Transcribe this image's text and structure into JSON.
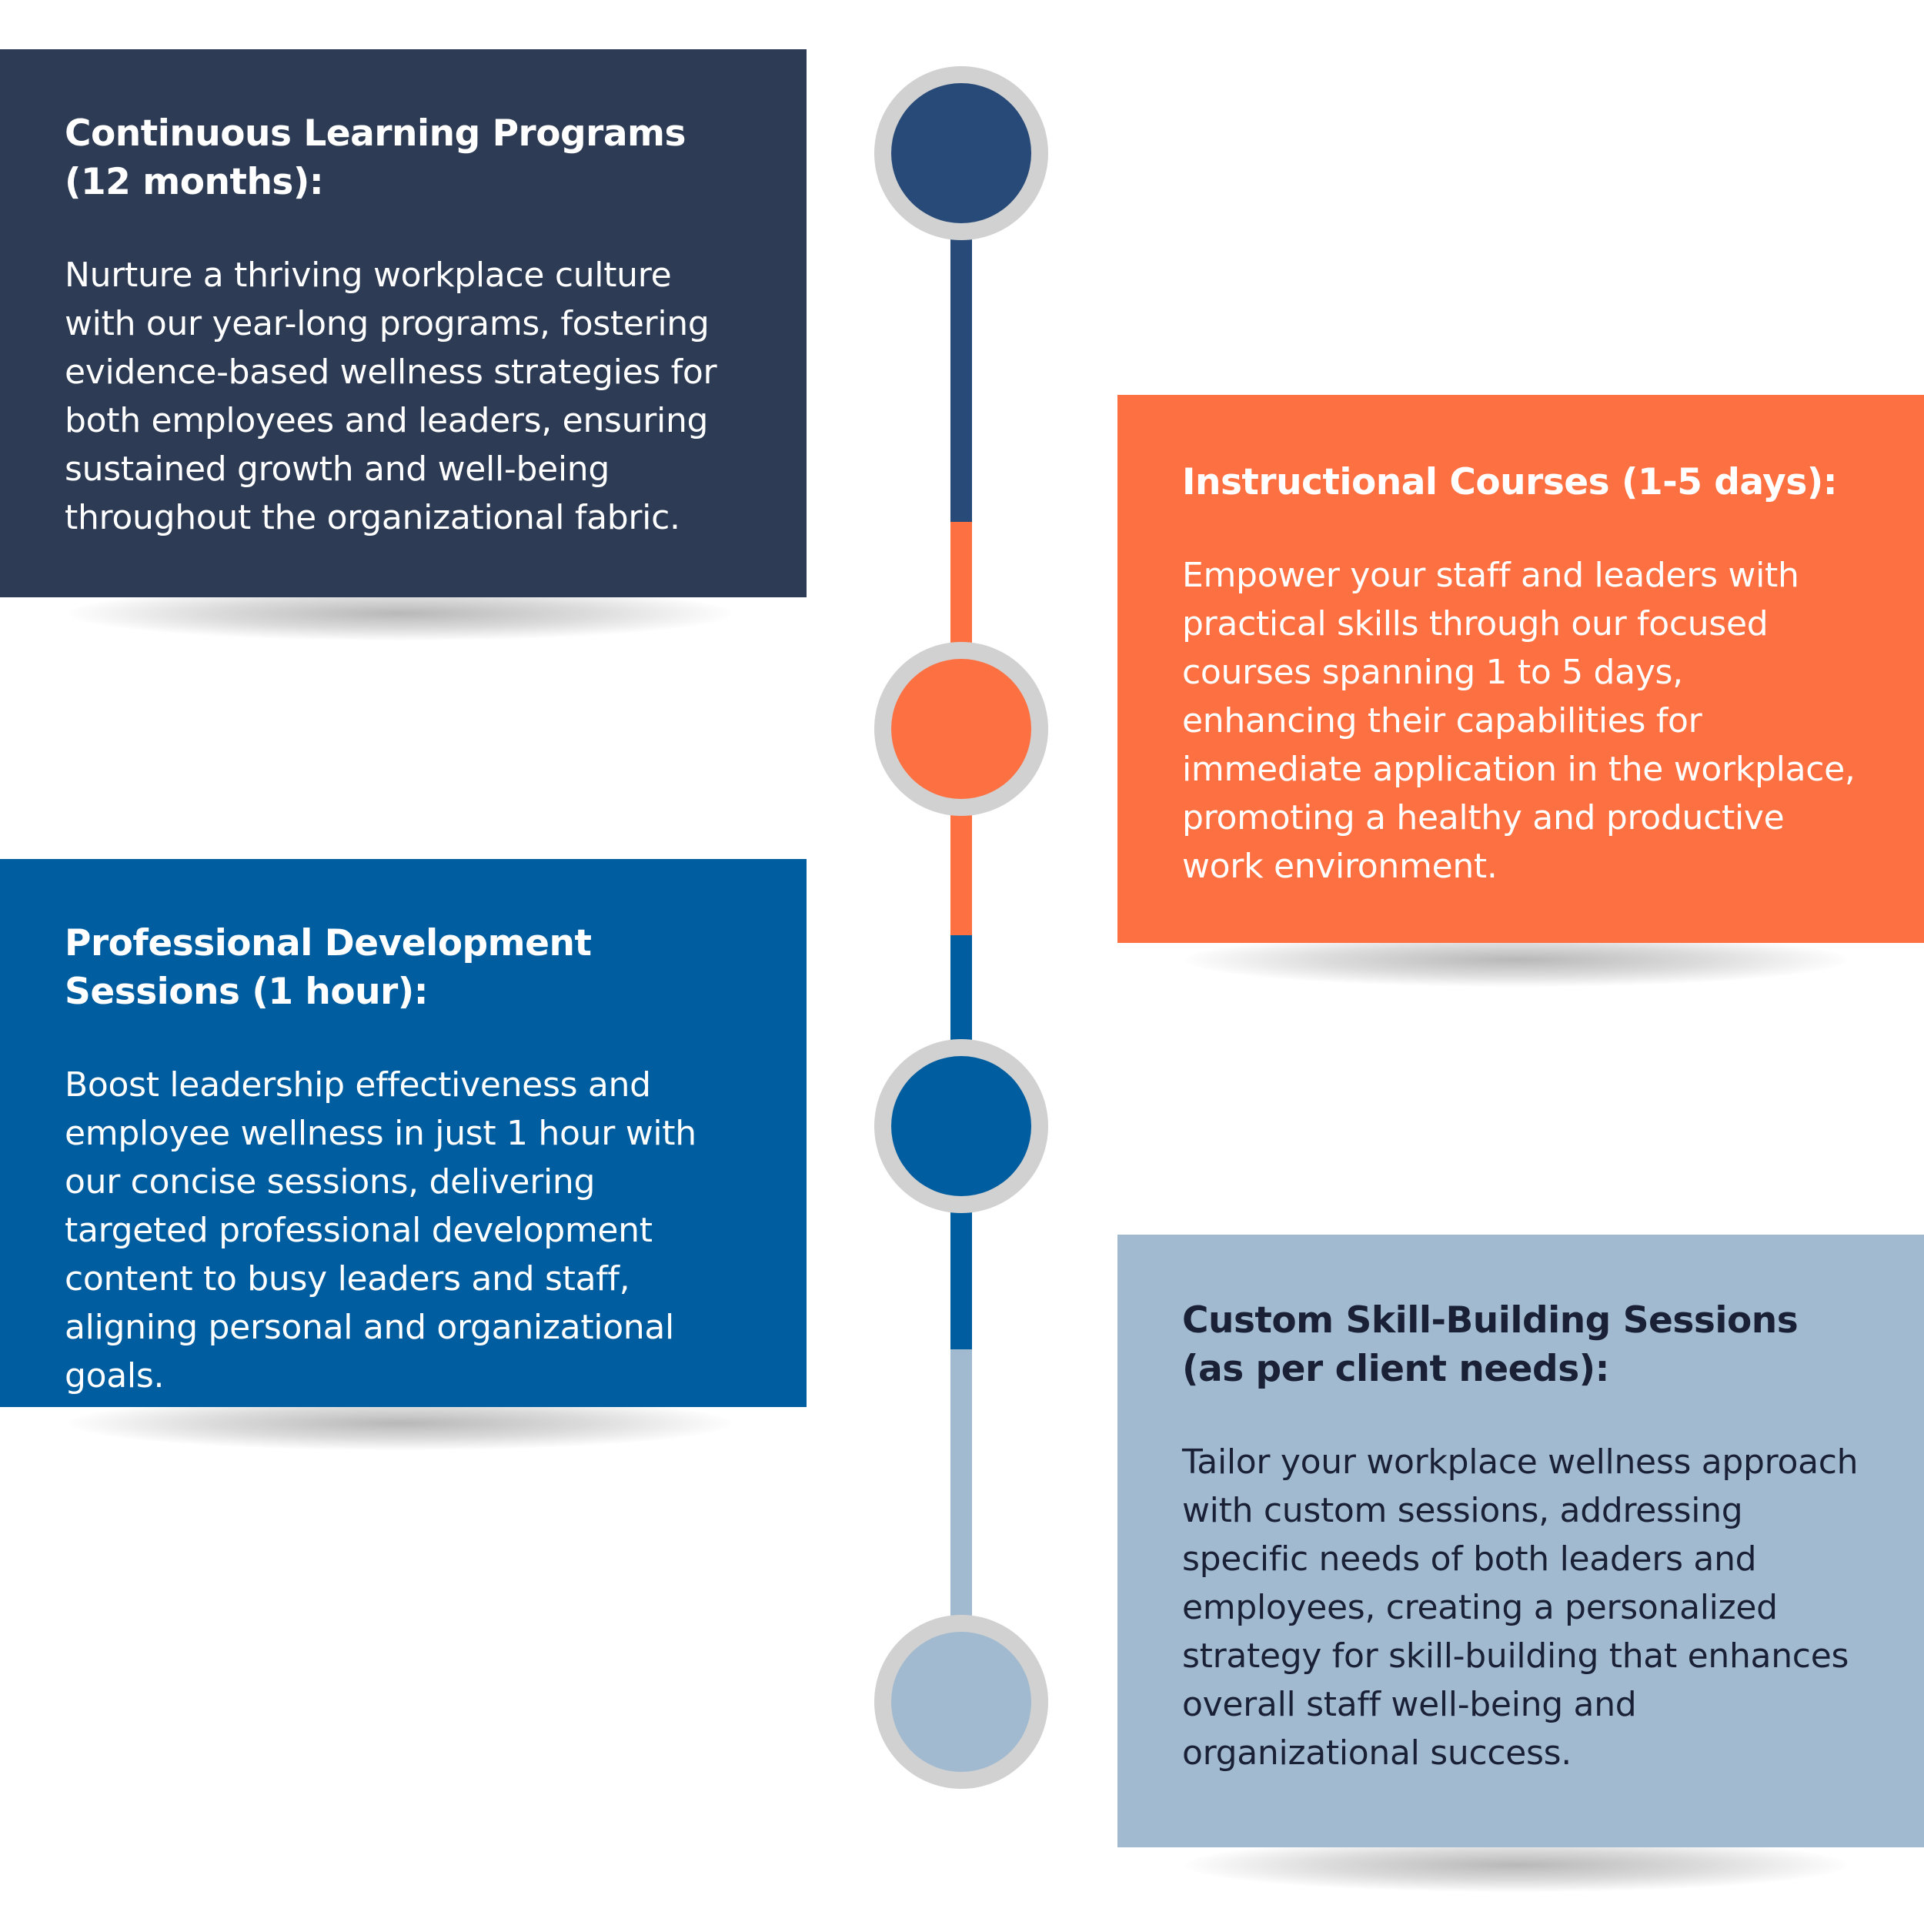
{
  "colors": {
    "continuous": "#2d3b54",
    "continuous_node": "#274a78",
    "instructional": "#fd7041",
    "professional": "#005d9f",
    "custom": "#a1bad0",
    "custom_text": "#1a2137",
    "node_ring": "#d1d1d1"
  },
  "cards": [
    {
      "id": "continuous",
      "title": "Continuous Learning Programs (12 months):",
      "body": "Nurture a thriving workplace culture with our year-long programs, fostering evidence-based wellness strategies for both employees and leaders, ensuring sustained growth and well-being throughout the organizational fabric."
    },
    {
      "id": "instructional",
      "title": "Instructional Courses (1-5 days):",
      "body": "Empower your staff and leaders with practical skills through our focused courses spanning 1 to 5 days, enhancing their capabilities for immediate application in the workplace, promoting a healthy and productive work environment."
    },
    {
      "id": "professional",
      "title": "Professional Development Sessions (1 hour):",
      "body": "Boost leadership effectiveness and employee wellness in just 1 hour with our concise sessions, delivering targeted professional development content to busy leaders and staff, aligning personal and organizational goals."
    },
    {
      "id": "custom",
      "title": "Custom Skill-Building Sessions (as per client needs):",
      "body": "Tailor your workplace wellness approach with custom sessions, addressing specific needs of both leaders and employees, creating a personalized strategy for skill-building that enhances overall staff well-being and organizational success."
    }
  ]
}
